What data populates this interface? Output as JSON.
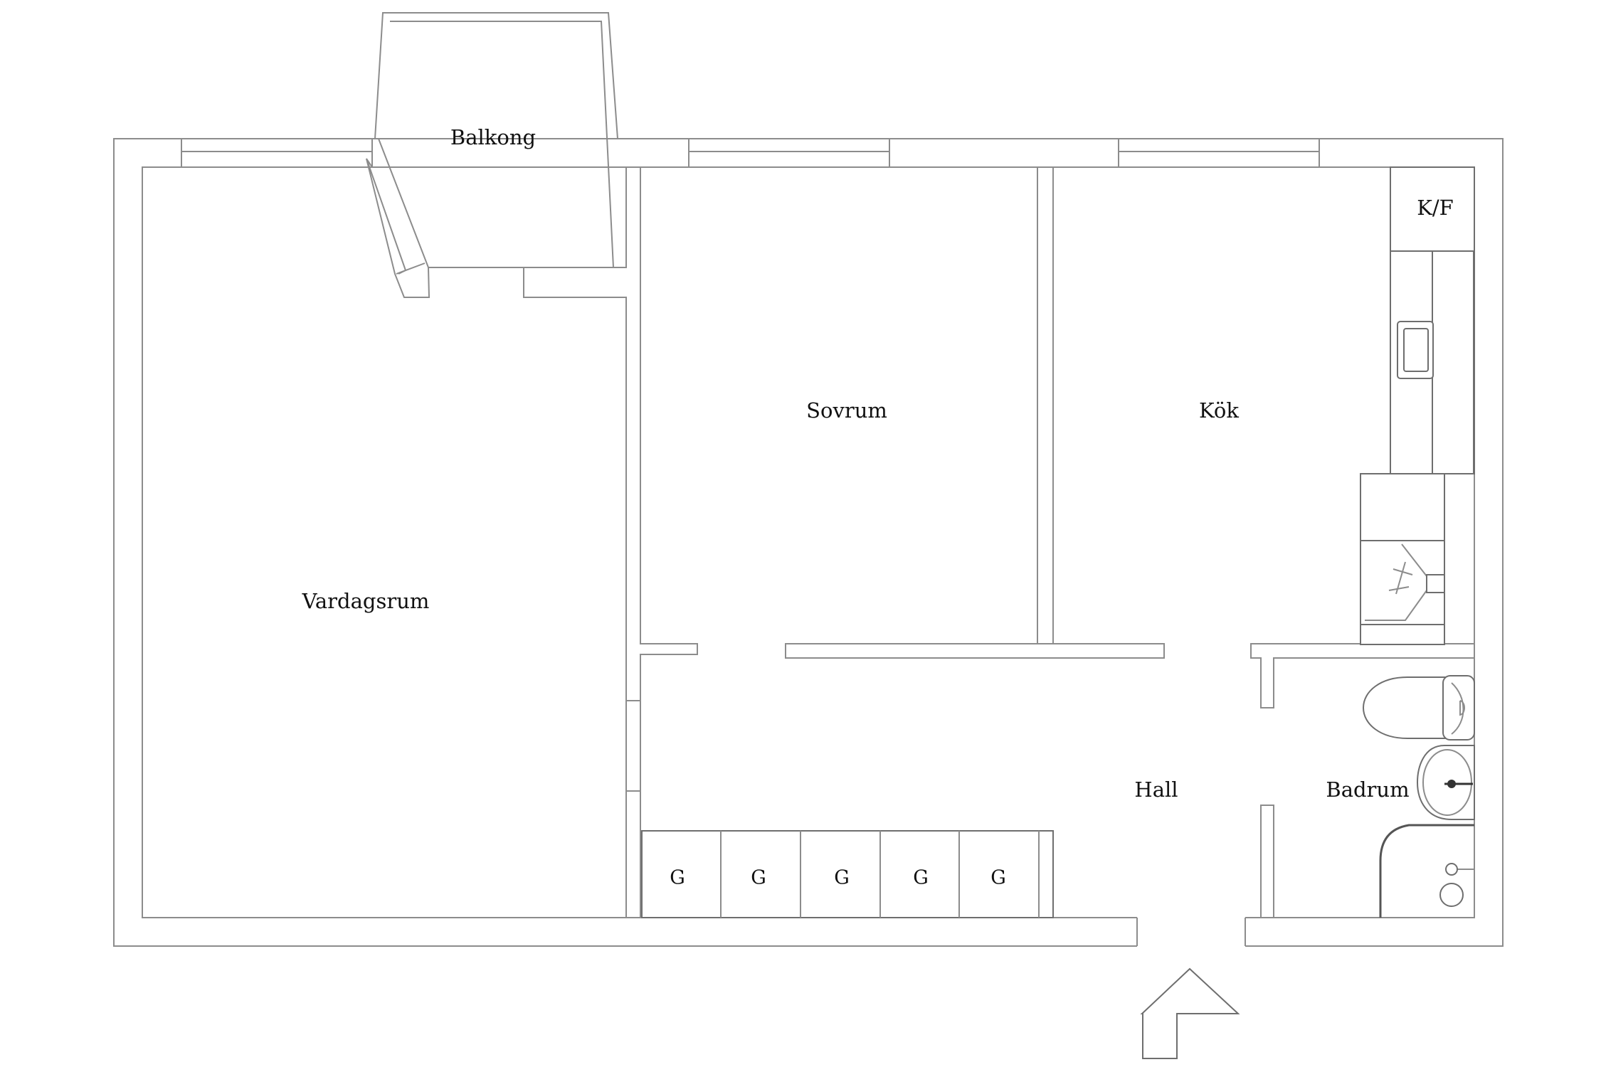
{
  "rooms": {
    "balcony": "Balkong",
    "living": "Vardagsrum",
    "bedroom": "Sovrum",
    "kitchen": "Kök",
    "fridge_freezer": "K/F",
    "hall": "Hall",
    "bathroom": "Badrum"
  },
  "wardrobes": [
    "G",
    "G",
    "G",
    "G",
    "G"
  ],
  "entrance": {
    "icon": "entrance-arrow-icon"
  },
  "colors": {
    "walls": "#8c8c8c",
    "ink": "#111111",
    "background": "#ffffff"
  }
}
